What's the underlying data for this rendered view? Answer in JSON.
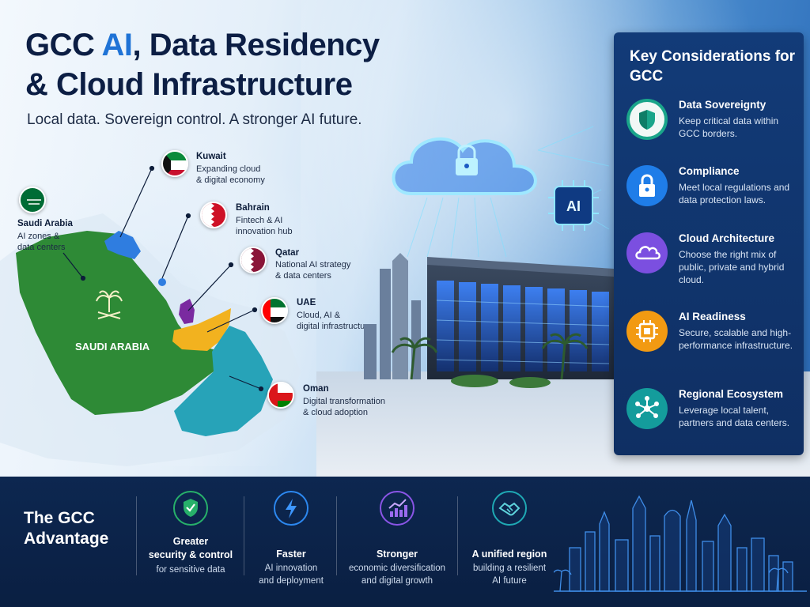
{
  "title": {
    "part1": "GCC ",
    "accent": "AI",
    "part2": ", Data Residency",
    "line2": "& Cloud Infrastructure"
  },
  "subtitle": "Local data. Sovereign control. A stronger AI future.",
  "map": {
    "saudi_label": "SAUDI ARABIA",
    "countries": [
      {
        "name": "Kuwait",
        "desc": "Expanding cloud\n& digital economy",
        "color": "#2f7de0"
      },
      {
        "name": "Bahrain",
        "desc": "Fintech & AI\ninnovation hub",
        "color": "#2f7de0"
      },
      {
        "name": "Qatar",
        "desc": "National AI strategy\n& data centers",
        "color": "#7a2aa0"
      },
      {
        "name": "UAE",
        "desc": "Cloud, AI &\ndigital infrastructure",
        "color": "#f2b21f"
      },
      {
        "name": "Oman",
        "desc": "Digital transformation\n& cloud adoption",
        "color": "#27a3b8"
      },
      {
        "name": "Saudi Arabia",
        "desc": "AI zones &\ndata centers",
        "color": "#2e8a36"
      }
    ]
  },
  "illustration": {
    "chip_label": "AI"
  },
  "panel": {
    "title": "Key Considerations for GCC",
    "items": [
      {
        "name": "Data Sovereignty",
        "desc": "Keep critical data within GCC borders.",
        "color": "#1aa58a",
        "icon": "shield-icon"
      },
      {
        "name": "Compliance",
        "desc": "Meet local regulations and data protection laws.",
        "color": "#1f7de8",
        "icon": "lock-icon"
      },
      {
        "name": "Cloud Architecture",
        "desc": "Choose the right mix of public, private and hybrid cloud.",
        "color": "#7b4fe0",
        "icon": "cloud-icon"
      },
      {
        "name": "AI Readiness",
        "desc": "Secure, scalable and high-performance infrastructure.",
        "color": "#f29a12",
        "icon": "chip-icon"
      },
      {
        "name": "Regional Ecosystem",
        "desc": "Leverage local talent, partners and data centers.",
        "color": "#149c9c",
        "icon": "network-icon"
      }
    ]
  },
  "bottom": {
    "title": "The GCC Advantage",
    "items": [
      {
        "head": "Greater\nsecurity & control",
        "text": "for sensitive data",
        "color": "#27b06a",
        "icon": "shield-check-icon"
      },
      {
        "head": "Faster",
        "text": "AI innovation\nand deployment",
        "color": "#2c88f0",
        "icon": "lightning-icon"
      },
      {
        "head": "Stronger",
        "text": "economic diversification\nand digital growth",
        "color": "#8a55e6",
        "icon": "growth-chart-icon"
      },
      {
        "head": "A unified region",
        "text": "building a resilient\nAI future",
        "color": "#1fa9b4",
        "icon": "handshake-icon"
      }
    ]
  }
}
